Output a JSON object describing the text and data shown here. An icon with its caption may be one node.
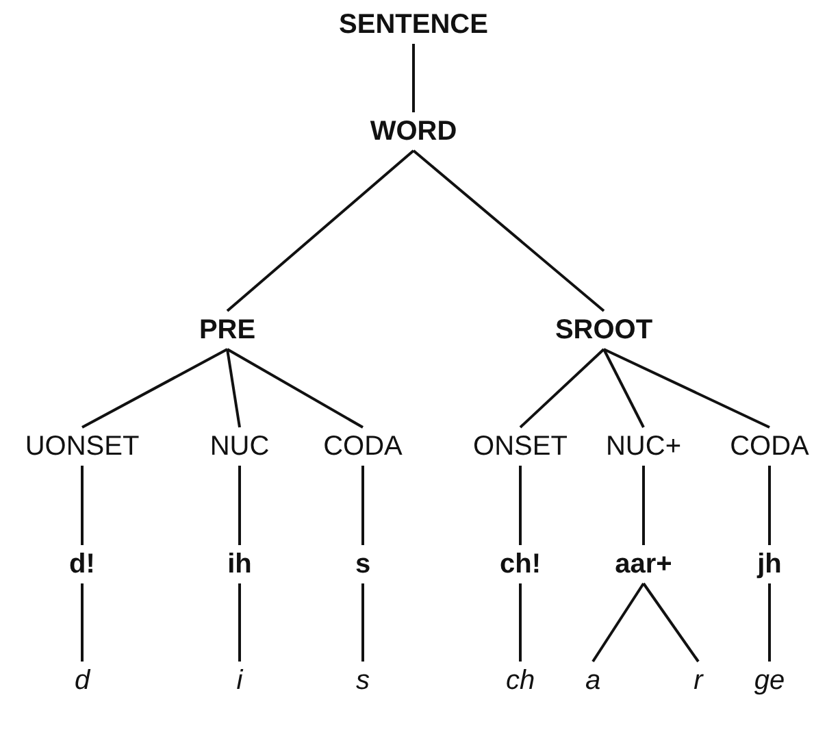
{
  "diagram": {
    "nodes": [
      {
        "text": [
          "SENTENCE"
        ]
      },
      {
        "text": [
          "WORD"
        ]
      },
      {
        "text": [
          "PRE"
        ]
      },
      {
        "text": [
          "SROOT"
        ]
      },
      {
        "text": [
          "UONSET"
        ]
      },
      {
        "text": [
          "NUC"
        ]
      },
      {
        "text": [
          "CODA"
        ]
      },
      {
        "text": [
          "ONSET"
        ]
      },
      {
        "text": [
          "NUC+"
        ]
      },
      {
        "text": [
          "CODA"
        ]
      },
      {
        "text": [
          "d!"
        ]
      },
      {
        "text": [
          "ih"
        ]
      },
      {
        "text": [
          "s"
        ]
      },
      {
        "text": [
          "ch!"
        ]
      },
      {
        "text": [
          "aar+"
        ]
      },
      {
        "text": [
          "jh"
        ]
      },
      {
        "text": [
          "d"
        ]
      },
      {
        "text": [
          "i"
        ]
      },
      {
        "text": [
          "s"
        ]
      },
      {
        "text": [
          "ch"
        ]
      },
      {
        "text": [
          "a"
        ]
      },
      {
        "text": [
          "r"
        ]
      },
      {
        "text": [
          "ge"
        ]
      }
    ],
    "edges": [
      {
        "from": 0,
        "to": 1,
        "arrow": "none"
      },
      {
        "from": 1,
        "to": 2,
        "arrow": "none"
      },
      {
        "from": 1,
        "to": 3,
        "arrow": "none"
      },
      {
        "from": 2,
        "to": 4,
        "arrow": "none"
      },
      {
        "from": 2,
        "to": 5,
        "arrow": "none"
      },
      {
        "from": 2,
        "to": 6,
        "arrow": "none"
      },
      {
        "from": 3,
        "to": 7,
        "arrow": "none"
      },
      {
        "from": 3,
        "to": 8,
        "arrow": "none"
      },
      {
        "from": 3,
        "to": 9,
        "arrow": "none"
      },
      {
        "from": 4,
        "to": 10,
        "arrow": "none"
      },
      {
        "from": 5,
        "to": 11,
        "arrow": "none"
      },
      {
        "from": 6,
        "to": 12,
        "arrow": "none"
      },
      {
        "from": 7,
        "to": 13,
        "arrow": "none"
      },
      {
        "from": 8,
        "to": 14,
        "arrow": "none"
      },
      {
        "from": 9,
        "to": 15,
        "arrow": "none"
      },
      {
        "from": 10,
        "to": 16,
        "arrow": "none"
      },
      {
        "from": 11,
        "to": 17,
        "arrow": "none"
      },
      {
        "from": 12,
        "to": 18,
        "arrow": "none"
      },
      {
        "from": 13,
        "to": 19,
        "arrow": "none"
      },
      {
        "from": 14,
        "to": 20,
        "arrow": "none"
      },
      {
        "from": 14,
        "to": 21,
        "arrow": "none"
      },
      {
        "from": 15,
        "to": 22,
        "arrow": "none"
      }
    ]
  }
}
